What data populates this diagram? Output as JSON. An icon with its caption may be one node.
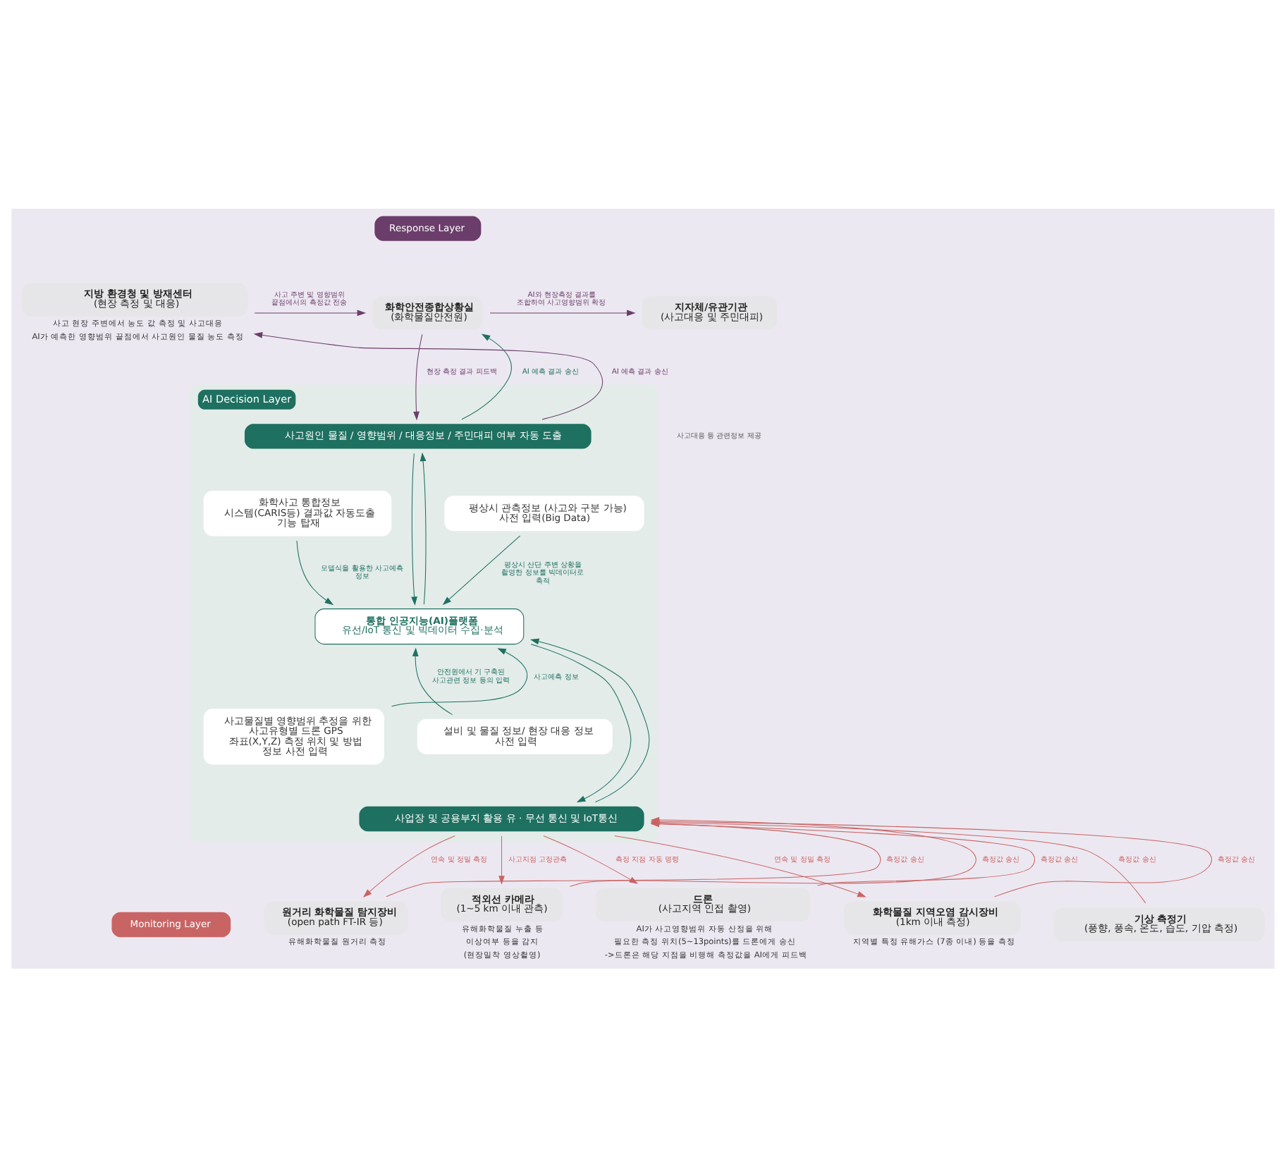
{
  "diagram": {
    "nodes": [
      {
        "text": [
          "Response Layer"
        ]
      },
      {
        "text": [
          "지방 환경청 및 방재센터",
          "(현장 측정 및 대응)"
        ],
        "beside": [
          "사고 현장 주변에서 농도 값 측정 및 사고대응",
          "AI가 예측한 영향범위 끝점에서 사고원인 물질 농도 측정"
        ]
      },
      {
        "text": [
          "화학안전종합상황실",
          "(화학물질안전원)"
        ]
      },
      {
        "text": [
          "지자체/유관기관",
          "(사고대응 및 주민대피)"
        ]
      },
      {
        "text": [
          "AI Decision Layer"
        ]
      },
      {
        "text": [
          "사고원인 물질 / 영향범위 / 대응정보 / 주민대피 여부 자동 도출"
        ],
        "in": 4
      },
      {
        "text": [
          "평상시 관측정보 (사고와 구분 가능) 사전 입력(Big Data)"
        ],
        "in": 4
      },
      {
        "text": [
          "화학사고 통합정보 시스템(CARIS등) 결과값 자동도출 기능 탑재"
        ],
        "in": 4
      },
      {
        "text": [
          "통합 인공지능(AI)플랫폼",
          "유선/IoT 통신 및 빅데이터 수집·분석"
        ],
        "in": 4
      },
      {
        "text": [
          "설비 및 물질 정보/ 현장 대응 정보 사전 입력"
        ],
        "in": 4
      },
      {
        "text": [
          "사고물질별 영향범위 추정을 위한 사고유형별 드론 GPS 좌표(X,Y,Z) 측정 위치 및 방법 정보 사전 입력"
        ],
        "in": 4
      },
      {
        "text": [
          "사업장 및 공용부지 활용 유 · 무선 통신 및 IoT통신"
        ],
        "in": 4
      },
      {
        "text": [
          "Monitoring Layer"
        ]
      },
      {
        "text": [
          "원거리 화학물질 탐지장비",
          "(open path FT-IR 등)"
        ],
        "beside": [
          "유해화학물질 원거리 측정"
        ]
      },
      {
        "text": [
          "적외선 카메라",
          "(1~5 km 이내 관측)"
        ],
        "beside": [
          "유해화학물질 누출 등",
          "이상여부 등을 감지",
          "(현장밀착 영상촬영)"
        ]
      },
      {
        "text": [
          "드론",
          "(사고지역 인접 촬영)"
        ],
        "beside": [
          "AI가 사고영향범위 자동 산정을 위해",
          "필요한 측정 위치(5~13points)를 드론에게 송신",
          "->드론은 해당 지점을 비행해 측정값을 AI에게 피드백"
        ]
      },
      {
        "text": [
          "기상 측정기",
          "(풍향, 풍속, 온도, 습도, 기압 측정)"
        ]
      },
      {
        "text": [
          "화학물질 지역오염 감시장비",
          "(1km 이내 측정)"
        ],
        "beside": [
          "지역별 특정 유해가스 (7종 이내) 등을 측정"
        ]
      }
    ],
    "edges": [
      {
        "from": 1,
        "to": 2,
        "arrow": "to",
        "label": "사고 주변 및 영향범위 끝점에서의 측정값 전송",
        "color": "#6b3d6b"
      },
      {
        "from": 2,
        "to": 3,
        "arrow": "to",
        "label": "AI와 현장측정 결과를 조합하여 사고영향범위 확정",
        "color": "#6b3d6b"
      },
      {
        "from": 5,
        "to": 1,
        "arrow": "to",
        "label": "AI 예측 결과 송신",
        "color": "#6b3d6b"
      },
      {
        "from": 2,
        "to": 5,
        "arrow": "to",
        "label": "현장 측정 결과 피드백",
        "color": "#6b3d6b"
      },
      {
        "from": 5,
        "to": 2,
        "arrow": "to",
        "label": "AI 예측 결과 송신",
        "color": "#1e7060"
      },
      {
        "from": 5,
        "to": 8,
        "arrow": "to",
        "color": "#1e7060"
      },
      {
        "from": 8,
        "to": 5,
        "arrow": "to",
        "color": "#1e7060"
      },
      {
        "from": 6,
        "to": 8,
        "arrow": "to",
        "label": "평상시 산단 주변 상황을 촬영한 정보를 빅데이터로 축적",
        "color": "#1e7060"
      },
      {
        "from": 7,
        "to": 8,
        "arrow": "to",
        "label": "모델식을 활용한 사고예측 정보",
        "color": "#1e7060"
      },
      {
        "from": 9,
        "to": 8,
        "arrow": "to",
        "label": "안전원에서 기 구축된 사고관련 정보 등의 입력",
        "color": "#1e7060"
      },
      {
        "from": 10,
        "to": 8,
        "arrow": "to",
        "label": "사고예측 정보",
        "color": "#1e7060"
      },
      {
        "from": 8,
        "to": 11,
        "arrow": "to",
        "color": "#1e7060"
      },
      {
        "from": 11,
        "to": 8,
        "arrow": "to",
        "color": "#1e7060"
      },
      {
        "from": 11,
        "to": 13,
        "arrow": "to",
        "label": "연속 및 정밀 측정",
        "color": "#c96464"
      },
      {
        "from": 13,
        "to": 11,
        "arrow": "to",
        "label": "측정값 송신",
        "color": "#c96464"
      },
      {
        "from": 11,
        "to": 14,
        "arrow": "to",
        "label": "사고지점 고정관측",
        "color": "#c96464"
      },
      {
        "from": 14,
        "to": 11,
        "arrow": "to",
        "label": "측정값 송신",
        "color": "#c96464"
      },
      {
        "from": 11,
        "to": 15,
        "arrow": "to",
        "label": "측정 지점 자동 명령",
        "color": "#c96464"
      },
      {
        "from": 15,
        "to": 11,
        "arrow": "to",
        "label": "측정값 송신",
        "color": "#c96464"
      },
      {
        "from": 11,
        "to": 17,
        "arrow": "to",
        "label": "연속 및 정밀 측정",
        "color": "#c96464"
      },
      {
        "from": 17,
        "to": 11,
        "arrow": "to",
        "label": "측정값 송신",
        "color": "#c96464"
      },
      {
        "from": 16,
        "to": 11,
        "arrow": "to",
        "label": "측정값 송신",
        "color": "#c96464"
      }
    ],
    "labels": [
      "사고대응 등 관련정보 제공"
    ]
  }
}
